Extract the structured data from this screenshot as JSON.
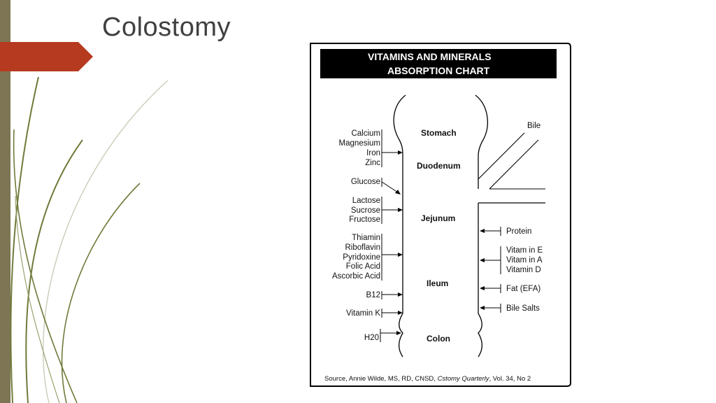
{
  "slide": {
    "title": "Colostomy"
  },
  "colors": {
    "left_bar": "#7d7553",
    "accent_tab": "#b63a1f",
    "decorative_lines": "#6f7a3a",
    "title_text": "#404040"
  },
  "chart": {
    "header_line1": "VITAMINS AND MINERALS",
    "header_line2": "ABSORPTION CHART",
    "organs": {
      "stomach": "Stomach",
      "duodenum": "Duodenum",
      "jejunum": "Jejunum",
      "ileum": "Ileum",
      "colon": "Colon"
    },
    "left_groups": {
      "minerals": [
        "Calcium",
        "Magnesium",
        "Iron",
        "Zinc"
      ],
      "glucose": "Glucose",
      "sugars": [
        "Lactose",
        "Sucrose",
        "Fructose"
      ],
      "vitamins_b": [
        "Thiamin",
        "Riboflavin",
        "Pyridoxine",
        "Folic Acid",
        "Ascorbic Acid"
      ],
      "b12": "B12",
      "vitamin_k": "Vitamin K",
      "water": "H20"
    },
    "right_groups": {
      "bile": "Bile",
      "protein": "Protein",
      "fat_soluble": [
        "Vitam in E",
        "Vitam in A",
        "Vitamin D"
      ],
      "fat": "Fat (EFA)",
      "bile_salts": "Bile Salts"
    },
    "source_prefix": "Source, Annie Wilde, MS, RD, CNSD,",
    "source_journal": "Cstomy Quarterly",
    "source_suffix": ", Vol. 34, No 2"
  }
}
